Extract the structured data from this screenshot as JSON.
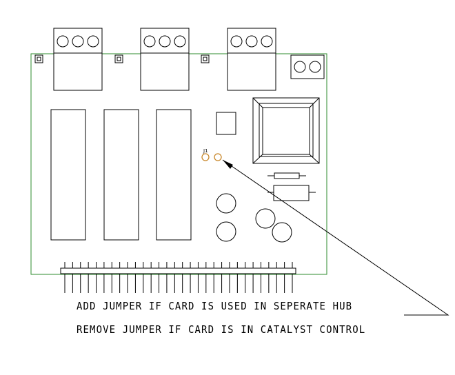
{
  "jumper": {
    "label": "J1"
  },
  "notes": {
    "add": "ADD JUMPER IF CARD IS USED IN SEPERATE HUB",
    "remove": "REMOVE JUMPER IF CARD IS IN CATALYST CONTROL"
  },
  "colors": {
    "board_outline": "#2e8b2e",
    "jumper_pins": "#c8872a",
    "line": "#000000"
  }
}
